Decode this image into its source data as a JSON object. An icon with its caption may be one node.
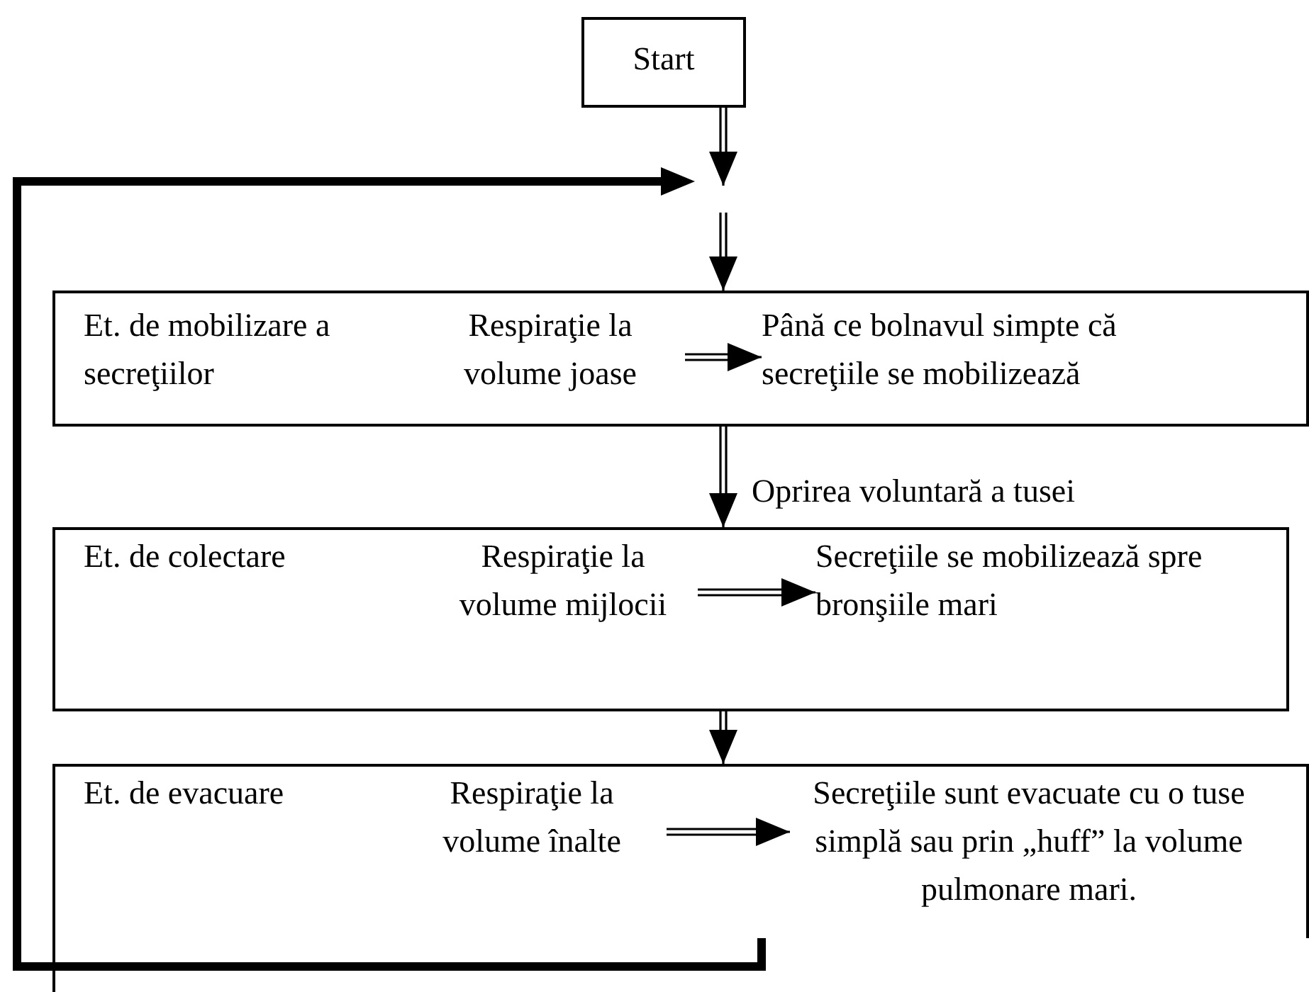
{
  "diagram": {
    "nodes": [
      {
        "text": [
          "Start"
        ]
      },
      {
        "text": [],
        "shape": "box"
      },
      {
        "text": [
          "Et. de mobilizare a secreţiilor"
        ],
        "in": 1
      },
      {
        "text": [
          "Respiraţie la volume joase"
        ],
        "in": 1
      },
      {
        "text": [
          "Până ce bolnavul simpte că secreţiile se mobilizează"
        ],
        "in": 1
      },
      {
        "text": [],
        "shape": "box"
      },
      {
        "text": [
          "Et. de colectare"
        ],
        "in": 5
      },
      {
        "text": [
          "Respiraţie la volume mijlocii"
        ],
        "in": 5
      },
      {
        "text": [
          "Secreţiile se mobilizează spre bronşiile mari"
        ],
        "in": 5
      },
      {
        "text": [],
        "shape": "box"
      },
      {
        "text": [
          "Et. de evacuare"
        ],
        "in": 9
      },
      {
        "text": [
          "Respiraţie la volume înalte"
        ],
        "in": 9
      },
      {
        "text": [
          "Secreţiile sunt evacuate cu o tuse simplă sau prin „huff” la volume pulmonare mari."
        ],
        "in": 9
      }
    ],
    "edges": [
      {
        "from": 0,
        "to": null,
        "arrow": "to"
      },
      {
        "from": null,
        "to": 1,
        "arrow": "to"
      },
      {
        "from": 3,
        "to": 4,
        "arrow": "to"
      },
      {
        "from": 1,
        "to": 5,
        "arrow": "to",
        "label": "Oprirea voluntară a tusei"
      },
      {
        "from": 7,
        "to": 8,
        "arrow": "to"
      },
      {
        "from": 5,
        "to": 9,
        "arrow": "to"
      },
      {
        "from": 11,
        "to": 12,
        "arrow": "to"
      },
      {
        "from": 9,
        "to": null,
        "arrow": "to",
        "style": "thick"
      }
    ]
  }
}
